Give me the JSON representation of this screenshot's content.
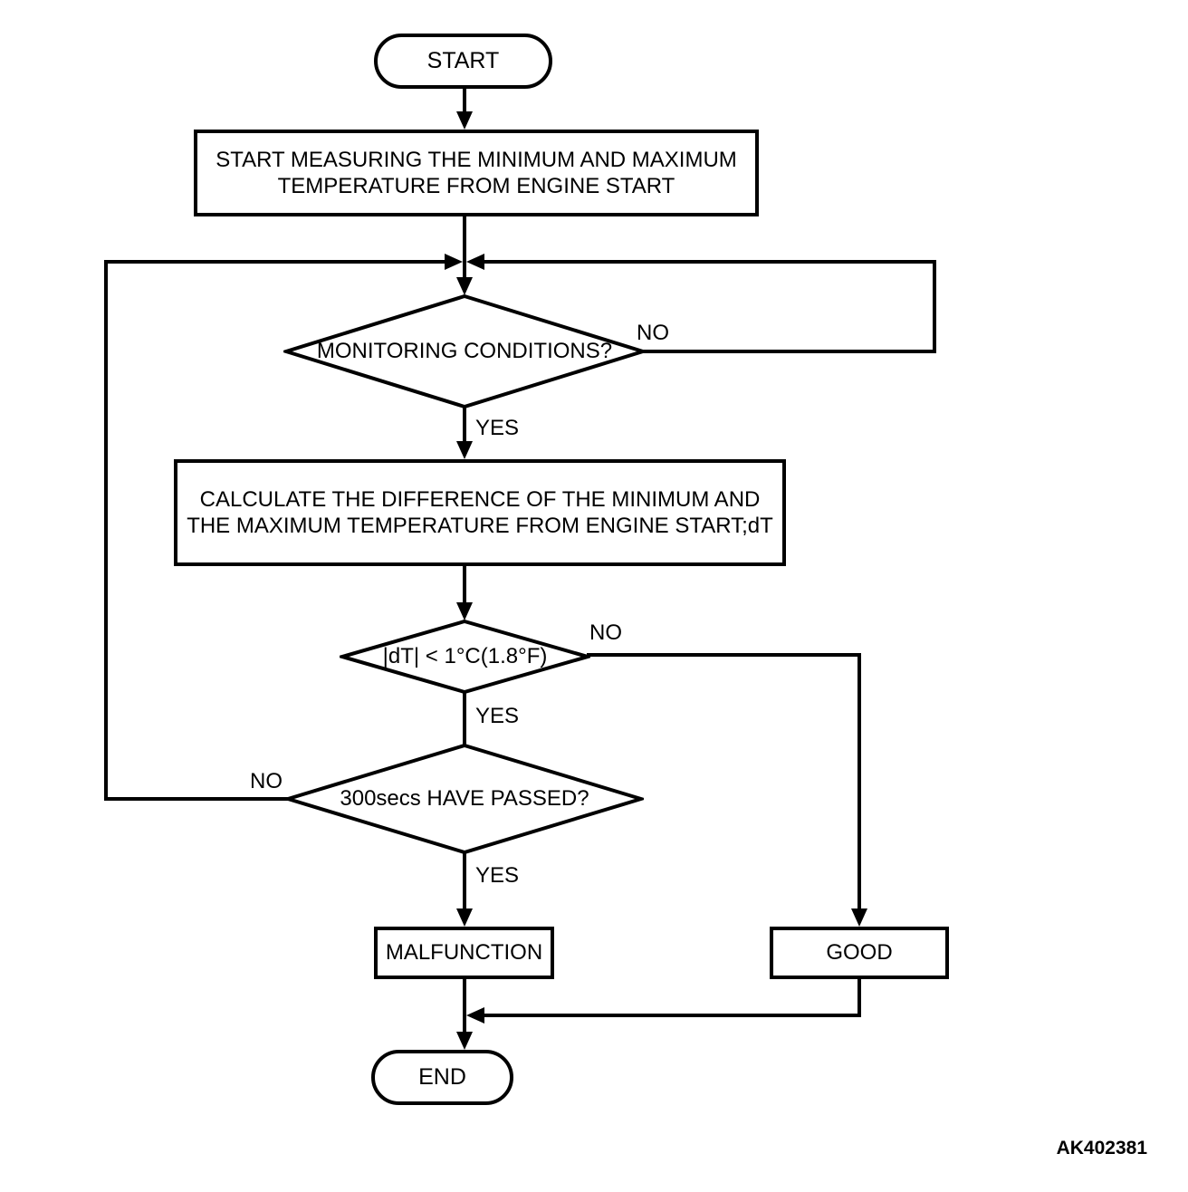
{
  "figure_label": "AK402381",
  "colors": {
    "line": "#000000",
    "background": "#ffffff",
    "text": "#000000"
  },
  "flowchart": {
    "start": "START",
    "measure_lines": [
      "START MEASURING THE MINIMUM AND MAXIMUM",
      "TEMPERATURE FROM ENGINE START"
    ],
    "monitoring": "MONITORING CONDITIONS?",
    "calculate_lines": [
      "CALCULATE THE DIFFERENCE OF THE MINIMUM AND",
      "THE MAXIMUM TEMPERATURE FROM ENGINE START;dT"
    ],
    "dt_check": "|dT| < 1°C(1.8°F)",
    "elapsed": "300secs HAVE PASSED?",
    "malfunction": "MALFUNCTION",
    "good": "GOOD",
    "end": "END",
    "branch_labels": {
      "monitoring_no": "NO",
      "monitoring_yes": "YES",
      "dt_no": "NO",
      "dt_yes": "YES",
      "elapsed_no": "NO",
      "elapsed_yes": "YES"
    }
  }
}
